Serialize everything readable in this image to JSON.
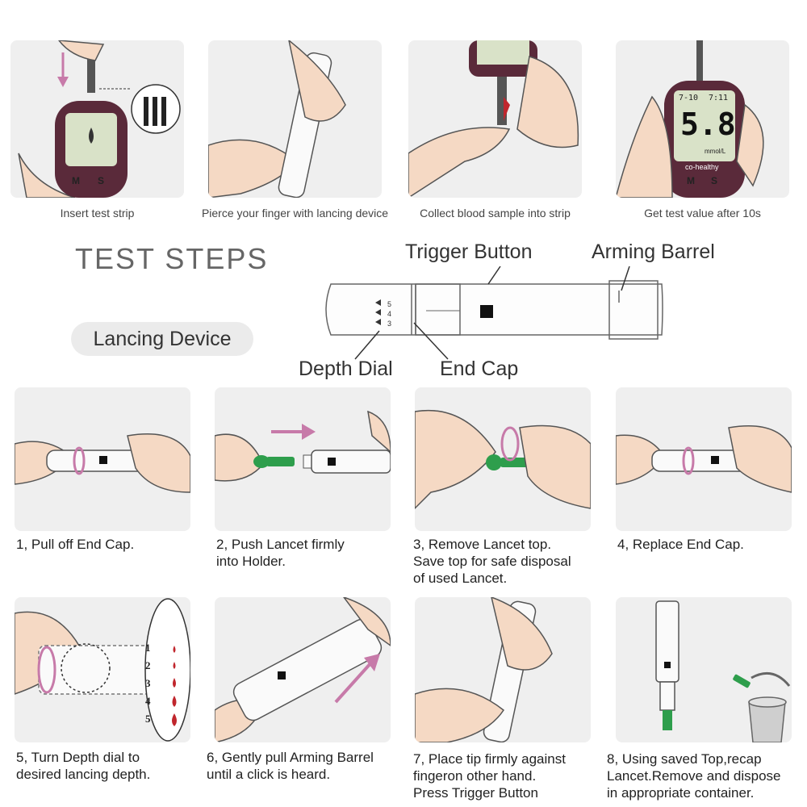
{
  "meter_steps": [
    {
      "caption": "Insert test strip"
    },
    {
      "caption": "Pierce your finger with lancing device"
    },
    {
      "caption": "Collect blood sample into strip"
    },
    {
      "caption": "Get test value after 10s"
    }
  ],
  "meter_display": {
    "buttons": [
      "M",
      "S"
    ],
    "reading": "5.8",
    "unit": "mmol/L",
    "brand": "co-healthy",
    "date": "7-10",
    "time": "7:11"
  },
  "section_title": "TEST STEPS",
  "device_label": "Lancing Device",
  "callouts": {
    "trigger_button": "Trigger Button",
    "arming_barrel": "Arming Barrel",
    "depth_dial": "Depth Dial",
    "end_cap": "End Cap"
  },
  "depth_numbers": [
    "1",
    "2",
    "3",
    "4",
    "5"
  ],
  "lancet_steps": [
    {
      "text": "1, Pull off End Cap."
    },
    {
      "text": "2, Push Lancet firmly\ninto Holder."
    },
    {
      "text": "3, Remove Lancet top.\nSave top for safe disposal\nof used Lancet."
    },
    {
      "text": "4, Replace End Cap."
    },
    {
      "text": "5, Turn Depth dial to\ndesired lancing depth."
    },
    {
      "text": "6, Gently pull Arming Barrel\nuntil a click is heard."
    },
    {
      "text": "7, Place tip firmly against\nfingeron other hand.\nPress Trigger Button"
    },
    {
      "text": "8, Using saved Top,recap\nLancet.Remove and dispose\nin appropriate container."
    }
  ],
  "colors": {
    "panel_bg": "#efefef",
    "meter_body": "#5a2a3a",
    "screen": "#d9e2c8",
    "skin": "#f5d9c4",
    "lancet_green": "#2e9e4c",
    "arrow_pink": "#c77aa9",
    "blood_red": "#c0262d"
  }
}
